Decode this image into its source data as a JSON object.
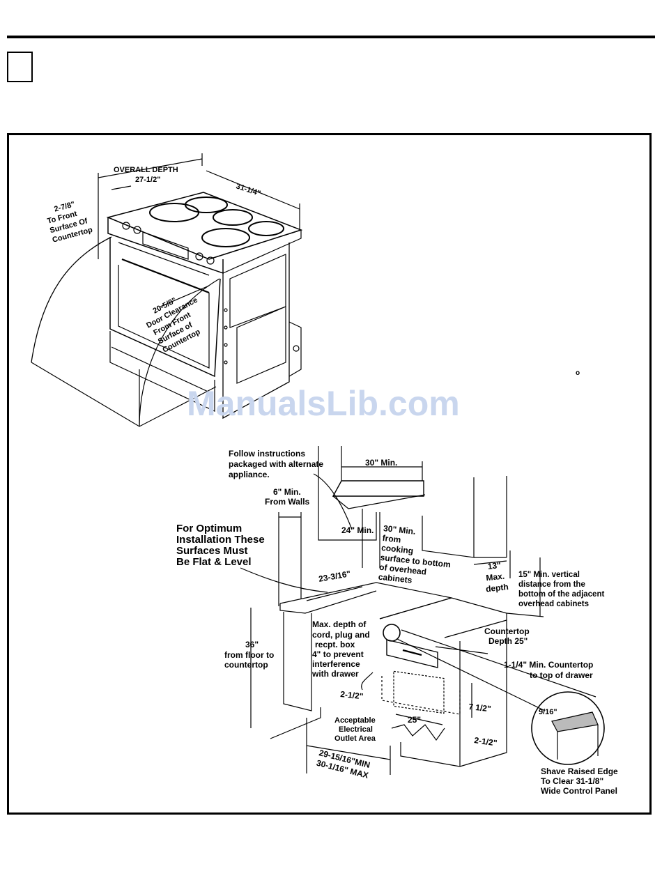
{
  "range_labels": {
    "overall_depth_title": "OVERALL DEPTH",
    "overall_depth_value": "27-1/2\"",
    "width": "31-1/4\"",
    "front_surface": [
      "2-7/8\"",
      "To Front",
      "Surface Of",
      "Countertop"
    ],
    "door_clearance": [
      "20-5/8\"",
      "Door Clearance",
      "From Front",
      "Surface of",
      "Countertop"
    ]
  },
  "small_mark": "o",
  "watermark": "ManualsLib.com",
  "install_labels": {
    "follow_instructions": [
      "Follow instructions",
      "packaged with alternate",
      "appliance."
    ],
    "thirty_min": "30\" Min.",
    "six_min": [
      "6\" Min.",
      "From Walls"
    ],
    "optimum": [
      "For Optimum",
      "Installation These",
      "Surfaces Must",
      "Be Flat & Level"
    ],
    "twentyfour_min": "24\" Min.",
    "thirty_min_cooking": [
      "30\" Min.",
      "from",
      "cooking",
      "surface to bottom",
      "of overhead",
      "cabinets"
    ],
    "thirteen_max": [
      "13\"",
      "Max.",
      "depth"
    ],
    "fifteen_min": [
      "15\" Min. vertical",
      "distance from the",
      "bottom of the adjacent",
      "overhead cabinets"
    ],
    "twentythree": "23-3/16\"",
    "thirtysix": [
      "36\"",
      "from floor to",
      "countertop"
    ],
    "max_depth_cord": [
      "Max. depth of",
      "cord, plug and",
      "recpt. box",
      "4\" to prevent",
      "interference",
      "with drawer"
    ],
    "countertop_depth": [
      "Countertop",
      "Depth 25\""
    ],
    "one_quarter": [
      "1-1/4\" Min. Countertop",
      "to top of drawer"
    ],
    "two_half_left": "2-1/2\"",
    "acceptable_outlet": [
      "Acceptable",
      "Electrical",
      "Outlet Area"
    ],
    "twentyfive": "25\"",
    "seven_half": "7 1/2\"",
    "two_half_right": "2-1/2\"",
    "nine_sixteenths": "9/16\"",
    "min_max": [
      "29-15/16\"MIN",
      "30-1/16\" MAX"
    ],
    "shave_edge": [
      "Shave Raised Edge",
      "To Clear 31-1/8\"",
      "Wide Control Panel"
    ]
  }
}
